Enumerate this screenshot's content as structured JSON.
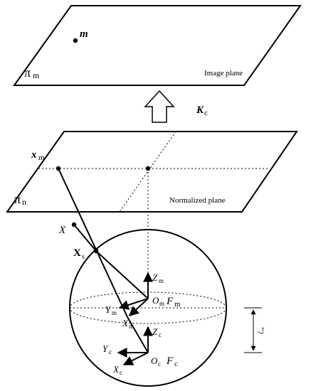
{
  "planes": {
    "image": {
      "symbol": "π",
      "subscript": "m",
      "caption": "Image plane",
      "point": "m"
    },
    "normalized": {
      "symbol": "π",
      "subscript": "n",
      "caption": "Normalized plane",
      "point": "x",
      "point_sub": "m"
    }
  },
  "projection": {
    "symbol": "K",
    "subscript": "c"
  },
  "world_point": "X",
  "sphere_point": {
    "symbol": "X",
    "subscript": "s"
  },
  "mirror_frame": {
    "origin": "O",
    "origin_sub": "m",
    "frame": "F",
    "frame_sub": "m",
    "z": "Z",
    "z_sub": "m",
    "y": "Y",
    "y_sub": "m",
    "x": "X",
    "x_sub": "m"
  },
  "camera_frame": {
    "origin": "O",
    "origin_sub": "c",
    "frame": "F",
    "frame_sub": "c",
    "z": "Z",
    "z_sub": "c",
    "y": "Y",
    "y_sub": "c",
    "x": "X",
    "x_sub": "c"
  },
  "offset_label": "ξ",
  "offset_sub": "m"
}
